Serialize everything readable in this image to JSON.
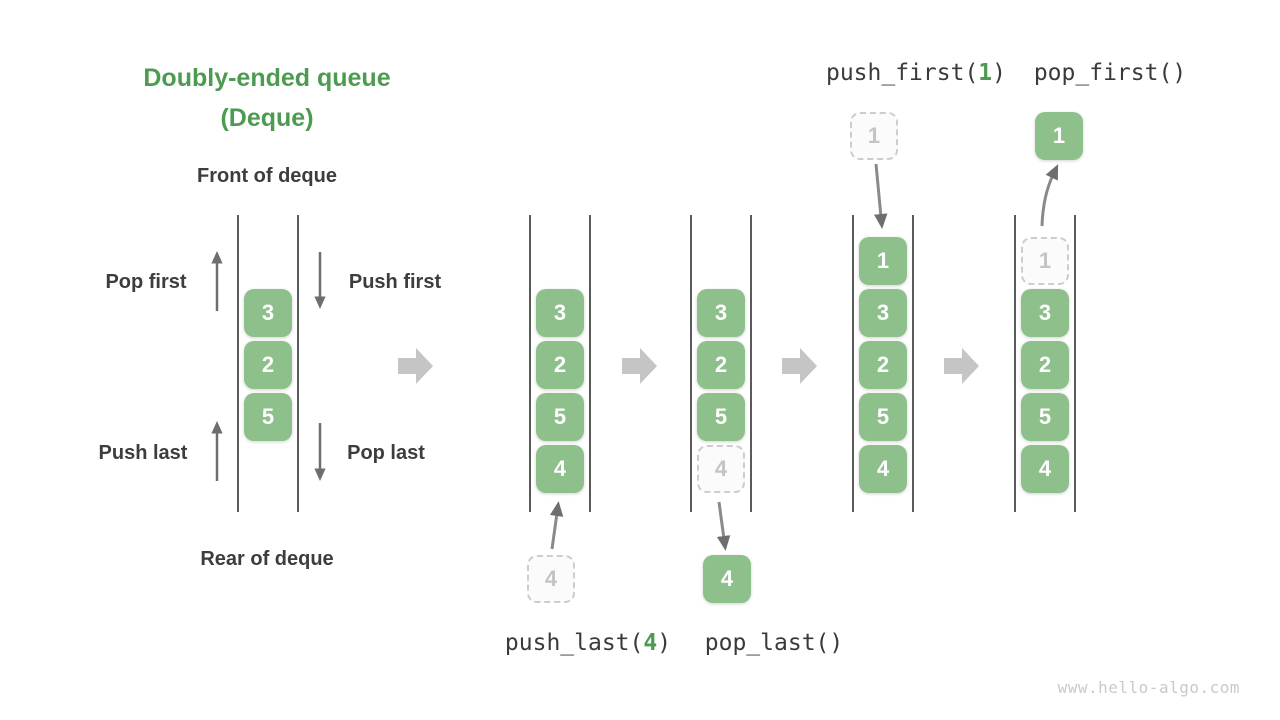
{
  "title": {
    "line1": "Doubly-ended queue",
    "line2": "(Deque)"
  },
  "labels": {
    "front": "Front of deque",
    "rear": "Rear of deque",
    "pop_first": "Pop first",
    "push_first": "Push first",
    "push_last": "Push last",
    "pop_last": "Pop last"
  },
  "operations": {
    "push_last": {
      "label": "push_last(",
      "arg": "4",
      "close": ")"
    },
    "pop_last": {
      "label": "pop_last(",
      "arg": "",
      "close": ")"
    },
    "push_first": {
      "label": "push_first(",
      "arg": "1",
      "close": ")"
    },
    "pop_first": {
      "label": "pop_first(",
      "arg": "",
      "close": ")"
    }
  },
  "queues": [
    {
      "cells": [
        {
          "value": "3",
          "state": "solid"
        },
        {
          "value": "2",
          "state": "solid"
        },
        {
          "value": "5",
          "state": "solid"
        }
      ]
    },
    {
      "cells": [
        {
          "value": "3",
          "state": "solid"
        },
        {
          "value": "2",
          "state": "solid"
        },
        {
          "value": "5",
          "state": "solid"
        },
        {
          "value": "4",
          "state": "solid"
        }
      ]
    },
    {
      "cells": [
        {
          "value": "3",
          "state": "solid"
        },
        {
          "value": "2",
          "state": "solid"
        },
        {
          "value": "5",
          "state": "solid"
        },
        {
          "value": "4",
          "state": "dashed"
        }
      ]
    },
    {
      "cells": [
        {
          "value": "1",
          "state": "solid"
        },
        {
          "value": "3",
          "state": "solid"
        },
        {
          "value": "2",
          "state": "solid"
        },
        {
          "value": "5",
          "state": "solid"
        },
        {
          "value": "4",
          "state": "solid"
        }
      ]
    },
    {
      "cells": [
        {
          "value": "1",
          "state": "dashed"
        },
        {
          "value": "3",
          "state": "solid"
        },
        {
          "value": "2",
          "state": "solid"
        },
        {
          "value": "5",
          "state": "solid"
        },
        {
          "value": "4",
          "state": "solid"
        }
      ]
    }
  ],
  "floating_cells": [
    {
      "value": "4",
      "state": "dashed"
    },
    {
      "value": "4",
      "state": "solid"
    },
    {
      "value": "1",
      "state": "dashed"
    },
    {
      "value": "1",
      "state": "solid"
    }
  ],
  "watermark": "www.hello-algo.com",
  "colors": {
    "accent_green": "#4c9b50",
    "cell_green": "#8dc08b",
    "dark_text": "#3d3d3d",
    "line_gray": "#5a5a5a",
    "big_arrow_gray": "#c5c5c5",
    "dashed_gray": "#cdcdcd"
  }
}
